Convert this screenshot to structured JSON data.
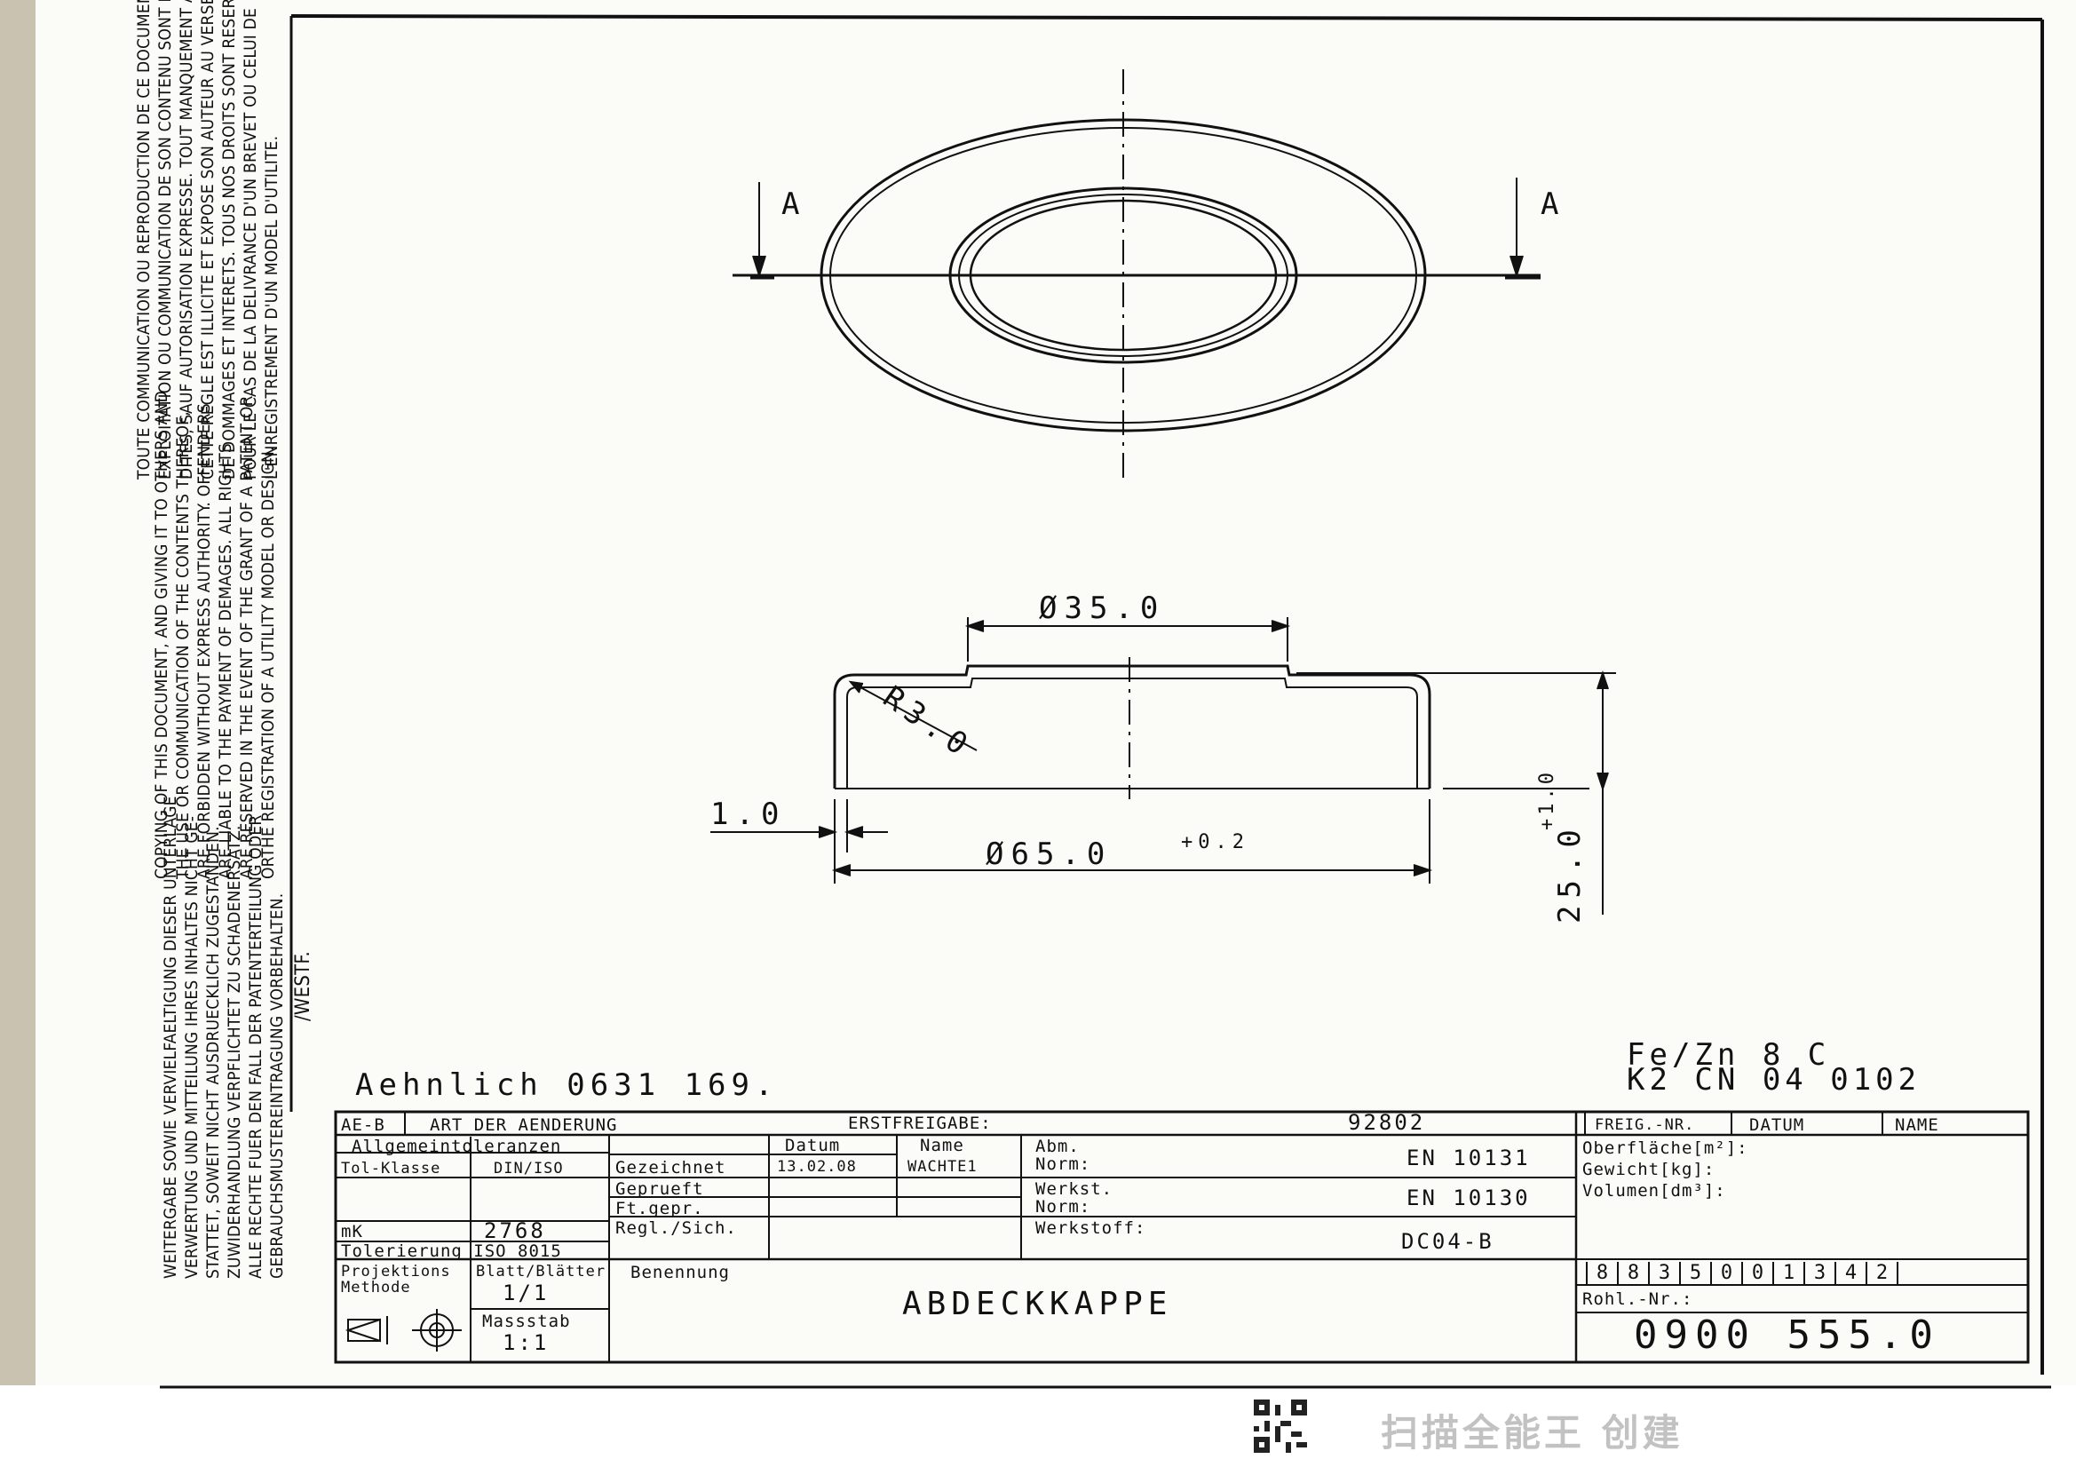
{
  "legal": {
    "french": "TOUTE COMMUNICATION OU REPRODUCTION DE CE DOCUMENT, TOUTE\nEXPLOITATION OU COMMUNICATION DE SON CONTENU SONT INTER-\nDITES, SAUF AUTORISATION EXPRESSE. TOUT MANQUEMENT A\nCETTE REGLE EST ILLICITE ET EXPOSE SON AUTEUR AU VERSEMENT\nDE DOMMAGES ET INTERETS. TOUS NOS DROITS SONT RESERVES\nPOUR LE CAS DE LA DELIVRANCE D'UN BREVET OU CELUI DE\nL'ENREGISTREMENT D'UN MODEL D'UTILITE.",
    "english": "COPYING OF THIS DOCUMENT, AND GIVING IT TO OTHERS AND\nTHE USE OR COMMUNICATION OF THE CONTENTS THEREOF,\nARE FORBIDDEN WITHOUT EXPRESS AUTHORITY. OFFENDERS\nARE LIABLE TO THE PAYMENT OF DEMAGES. ALL RIGHTS\nARE RESERVED IN THE EVENT OF THE GRANT OF A PATENT OR\nORTHE REGISTRATION OF A UTILITY MODEL OR DESIGN.",
    "german": "WEITERGABE SOWIE VERVIELFAELTIGUNG DIESER UNTERLAGE\nVERWERTUNG UND MITTEILUNG IHRES INHALTES NICHT GE-\nSTATTET, SOWEIT NICHT AUSDRUECKLICH ZUGESTANDEN.\nZUWIDERHANDLUNG VERPFLICHTET ZU SCHADENERSATZ.\nALLE RECHTE FUER DEN FALL DER PATENTERTEILUNG ODER\nGEBRAUCHSMUSTEREINTRAGUNG VORBEHALTEN.",
    "westf": "/WESTF."
  },
  "drawing": {
    "section_left": "A",
    "section_right": "A",
    "dim_inner_diameter": "Ø35.0",
    "dim_radius": "R3.0",
    "dim_thickness": "1.0",
    "dim_outer_diameter": "Ø65.0",
    "dim_outer_tol": "+0.2",
    "dim_height": "25.0",
    "dim_height_tol": "+1.0"
  },
  "notes": {
    "similar": "Aehnlich 0631 169.",
    "coating_line1": "Fe/Zn 8 C",
    "coating_line2": "K2 CN 04 0102"
  },
  "title_block": {
    "ae_b": "AE-B",
    "art_der_aenderung": "ART DER AENDERUNG",
    "erstfreigabe": "ERSTFREIGABE:",
    "erstfreigabe_no": "92802",
    "freig_nr": "FREIG.-NR.",
    "datum_head": "DATUM",
    "name_head": "NAME",
    "allgemeintoleranzen": "Allgemeintoleranzen",
    "tol_klasse": "Tol-Klasse",
    "din_iso": "DIN/ISO",
    "mk": "mK",
    "mk_value": "2768",
    "tolerierung": "Tolerierung ISO 8015",
    "datum": "Datum",
    "name": "Name",
    "gezeichnet": "Gezeichnet",
    "gezeichnet_datum": "13.02.08",
    "gezeichnet_name": "WACHTE1",
    "geprueft": "Geprueft",
    "ft_gepr": "Ft.gepr.",
    "regl_sich": "Regl./Sich.",
    "abm_norm_1": "Abm.",
    "abm_norm_2": "Norm:",
    "abm_norm_value": "EN 10131",
    "werkst_norm_1": "Werkst.",
    "werkst_norm_2": "Norm:",
    "werkst_norm_value": "EN 10130",
    "werkstoff": "Werkstoff:",
    "werkstoff_value": "DC04-B",
    "oberflaeche": "Oberfläche[m²]:",
    "gewicht": "Gewicht[kg]:",
    "volumen": "Volumen[dm³]:",
    "projektions_1": "Projektions",
    "projektions_2": "Methode",
    "blatt": "Blatt/Blätter",
    "blatt_value": "1/1",
    "massstab": "Massstab",
    "massstab_value": "1:1",
    "benennung": "Benennung",
    "benennung_value": "ABDECKKAPPE",
    "digits": [
      "8",
      "8",
      "3",
      "5",
      "0",
      "0",
      "1",
      "3",
      "4",
      "2"
    ],
    "rohl_nr": "Rohl.-Nr.:",
    "part_number": "0900 555.0"
  },
  "scanner": {
    "brand": "扫描全能王 创建"
  }
}
